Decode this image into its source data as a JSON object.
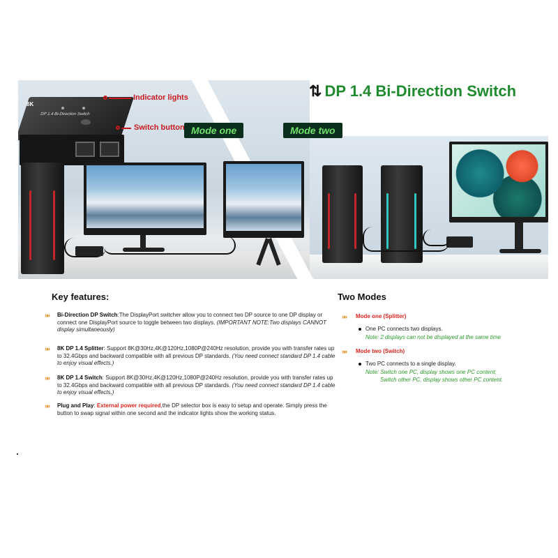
{
  "headline": {
    "icon": "⇅",
    "text": "DP 1.4 Bi-Direction Switch"
  },
  "hero": {
    "switch_badge": "8K",
    "switch_label": "DP 1.4 Bi-Direction Switch",
    "callouts": {
      "indicator": "Indicator lights",
      "switch_button": "Switch button"
    },
    "mode_one": "Mode one",
    "mode_two": "Mode two",
    "colors": {
      "accent_green": "#1f8a2e",
      "callout_red": "#c8191e",
      "mode_tag_bg": "#0b2e1d",
      "mode_tag_text": "#6fe06a"
    }
  },
  "key_features": {
    "title": "Key features:",
    "items": [
      {
        "name": "Bi-Direction DP Switch",
        "text": ":The DisplayPort switcher allow you to connect two DP source to one DP display or connect one DisplayPort source to toggle between two displays. ",
        "italic": "(IMPORTANT NOTE:Two displays CANNOT display simultaneously)"
      },
      {
        "name": "8K DP 1.4 Splitter",
        "text": ": Support 8K@30Hz,4K@120Hz,1080P@240Hz resolution, provide you with transfer rates up to 32.4Gbps and backward compatible with all previous DP standards. ",
        "italic": "(You need connect standard DP 1.4 cable to enjoy visual effects.)"
      },
      {
        "name": "8K DP 1.4 Switch",
        "text": ": Support 8K@30Hz,4K@120Hz,1080P@240Hz resolution, provide you with transfer rates up to 32.4Gbps and backward compatible with all previous DP standards. ",
        "italic": "(You need connect standard DP 1.4 cable to enjoy visual effects.)"
      },
      {
        "name": "Plug and Play",
        "red": "External power required",
        "text": ",the DP selector box is easy to setup and operate. Simply press the button to swap signal within one second and the indicator lights show the working status."
      }
    ]
  },
  "two_modes": {
    "title": "Two Modes",
    "mode_one": {
      "name": "Mode one (Splitter)",
      "desc": "One PC connects two displays.",
      "note": "Note: 2 displays can not be displayed at the same time"
    },
    "mode_two": {
      "name": "Mode two (Switch)",
      "desc": "Two PC connects to a single display.",
      "note_line1": "Note: Switch one PC, display shows one PC content;",
      "note_line2": "Switch other PC, display shows other PC content."
    }
  }
}
